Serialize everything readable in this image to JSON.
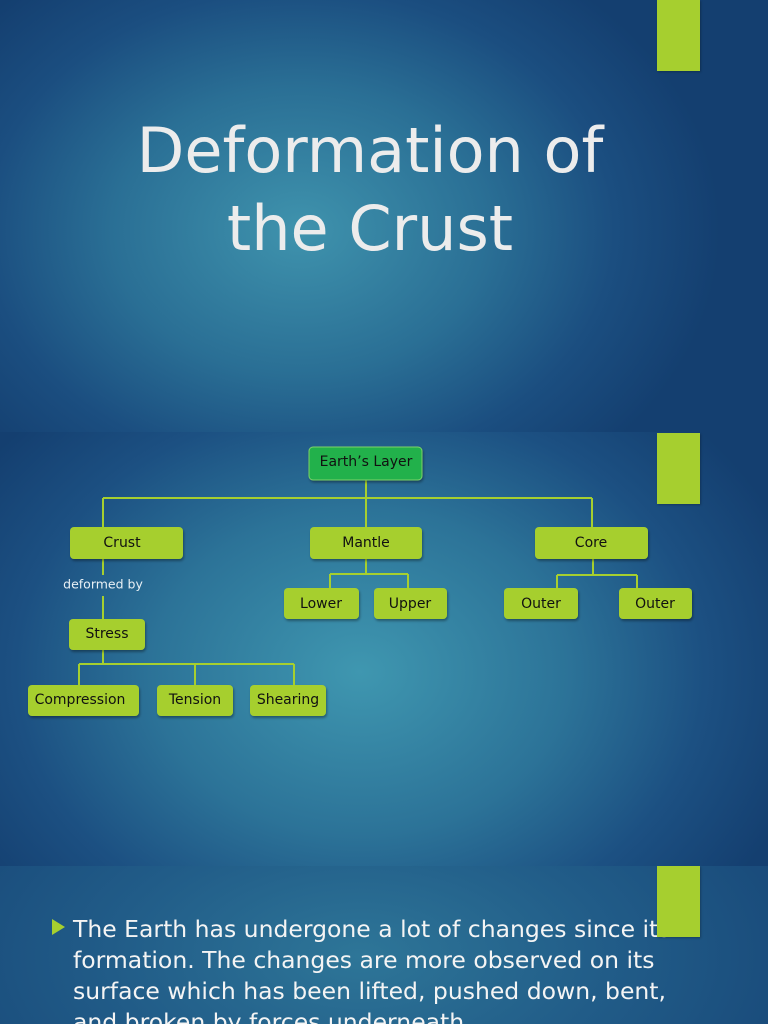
{
  "colors": {
    "accent": "#a6cf2f",
    "root_node": "#22b14c",
    "child_node": "#a6cf2f",
    "connector": "#a6cf2f"
  },
  "slide1": {
    "title_line1": "Deformation of",
    "title_line2": "the Crust"
  },
  "diagram": {
    "root": "Earth’s Layer",
    "crust": "Crust",
    "mantle": "Mantle",
    "core": "Core",
    "crust_link_label": "deformed by",
    "stress": "Stress",
    "compression": "Compression",
    "tension": "Tension",
    "shearing": "Shearing",
    "mantle_lower": "Lower",
    "mantle_upper": "Upper",
    "core_outer_1": "Outer",
    "core_outer_2": "Outer"
  },
  "slide3": {
    "bullet_text": "The Earth has undergone a lot of changes since its formation. The changes are more observed on its surface which has been lifted, pushed down, bent, and broken by forces underneath"
  }
}
